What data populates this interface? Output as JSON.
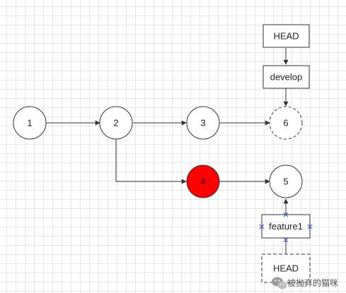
{
  "nodes": [
    {
      "label": "1"
    },
    {
      "label": "2"
    },
    {
      "label": "3"
    },
    {
      "label": "4",
      "fill": "#ff0000"
    },
    {
      "label": "5"
    },
    {
      "label": "6"
    }
  ],
  "labels": {
    "head_top": "HEAD",
    "develop": "develop",
    "feature1": "feature1",
    "head_bottom": "HEAD"
  },
  "watermark": {
    "text": "被抛弃的猫咪"
  },
  "colors": {
    "line": "#333333",
    "highlight": "#ff0000",
    "selection": "#3a59d6"
  }
}
